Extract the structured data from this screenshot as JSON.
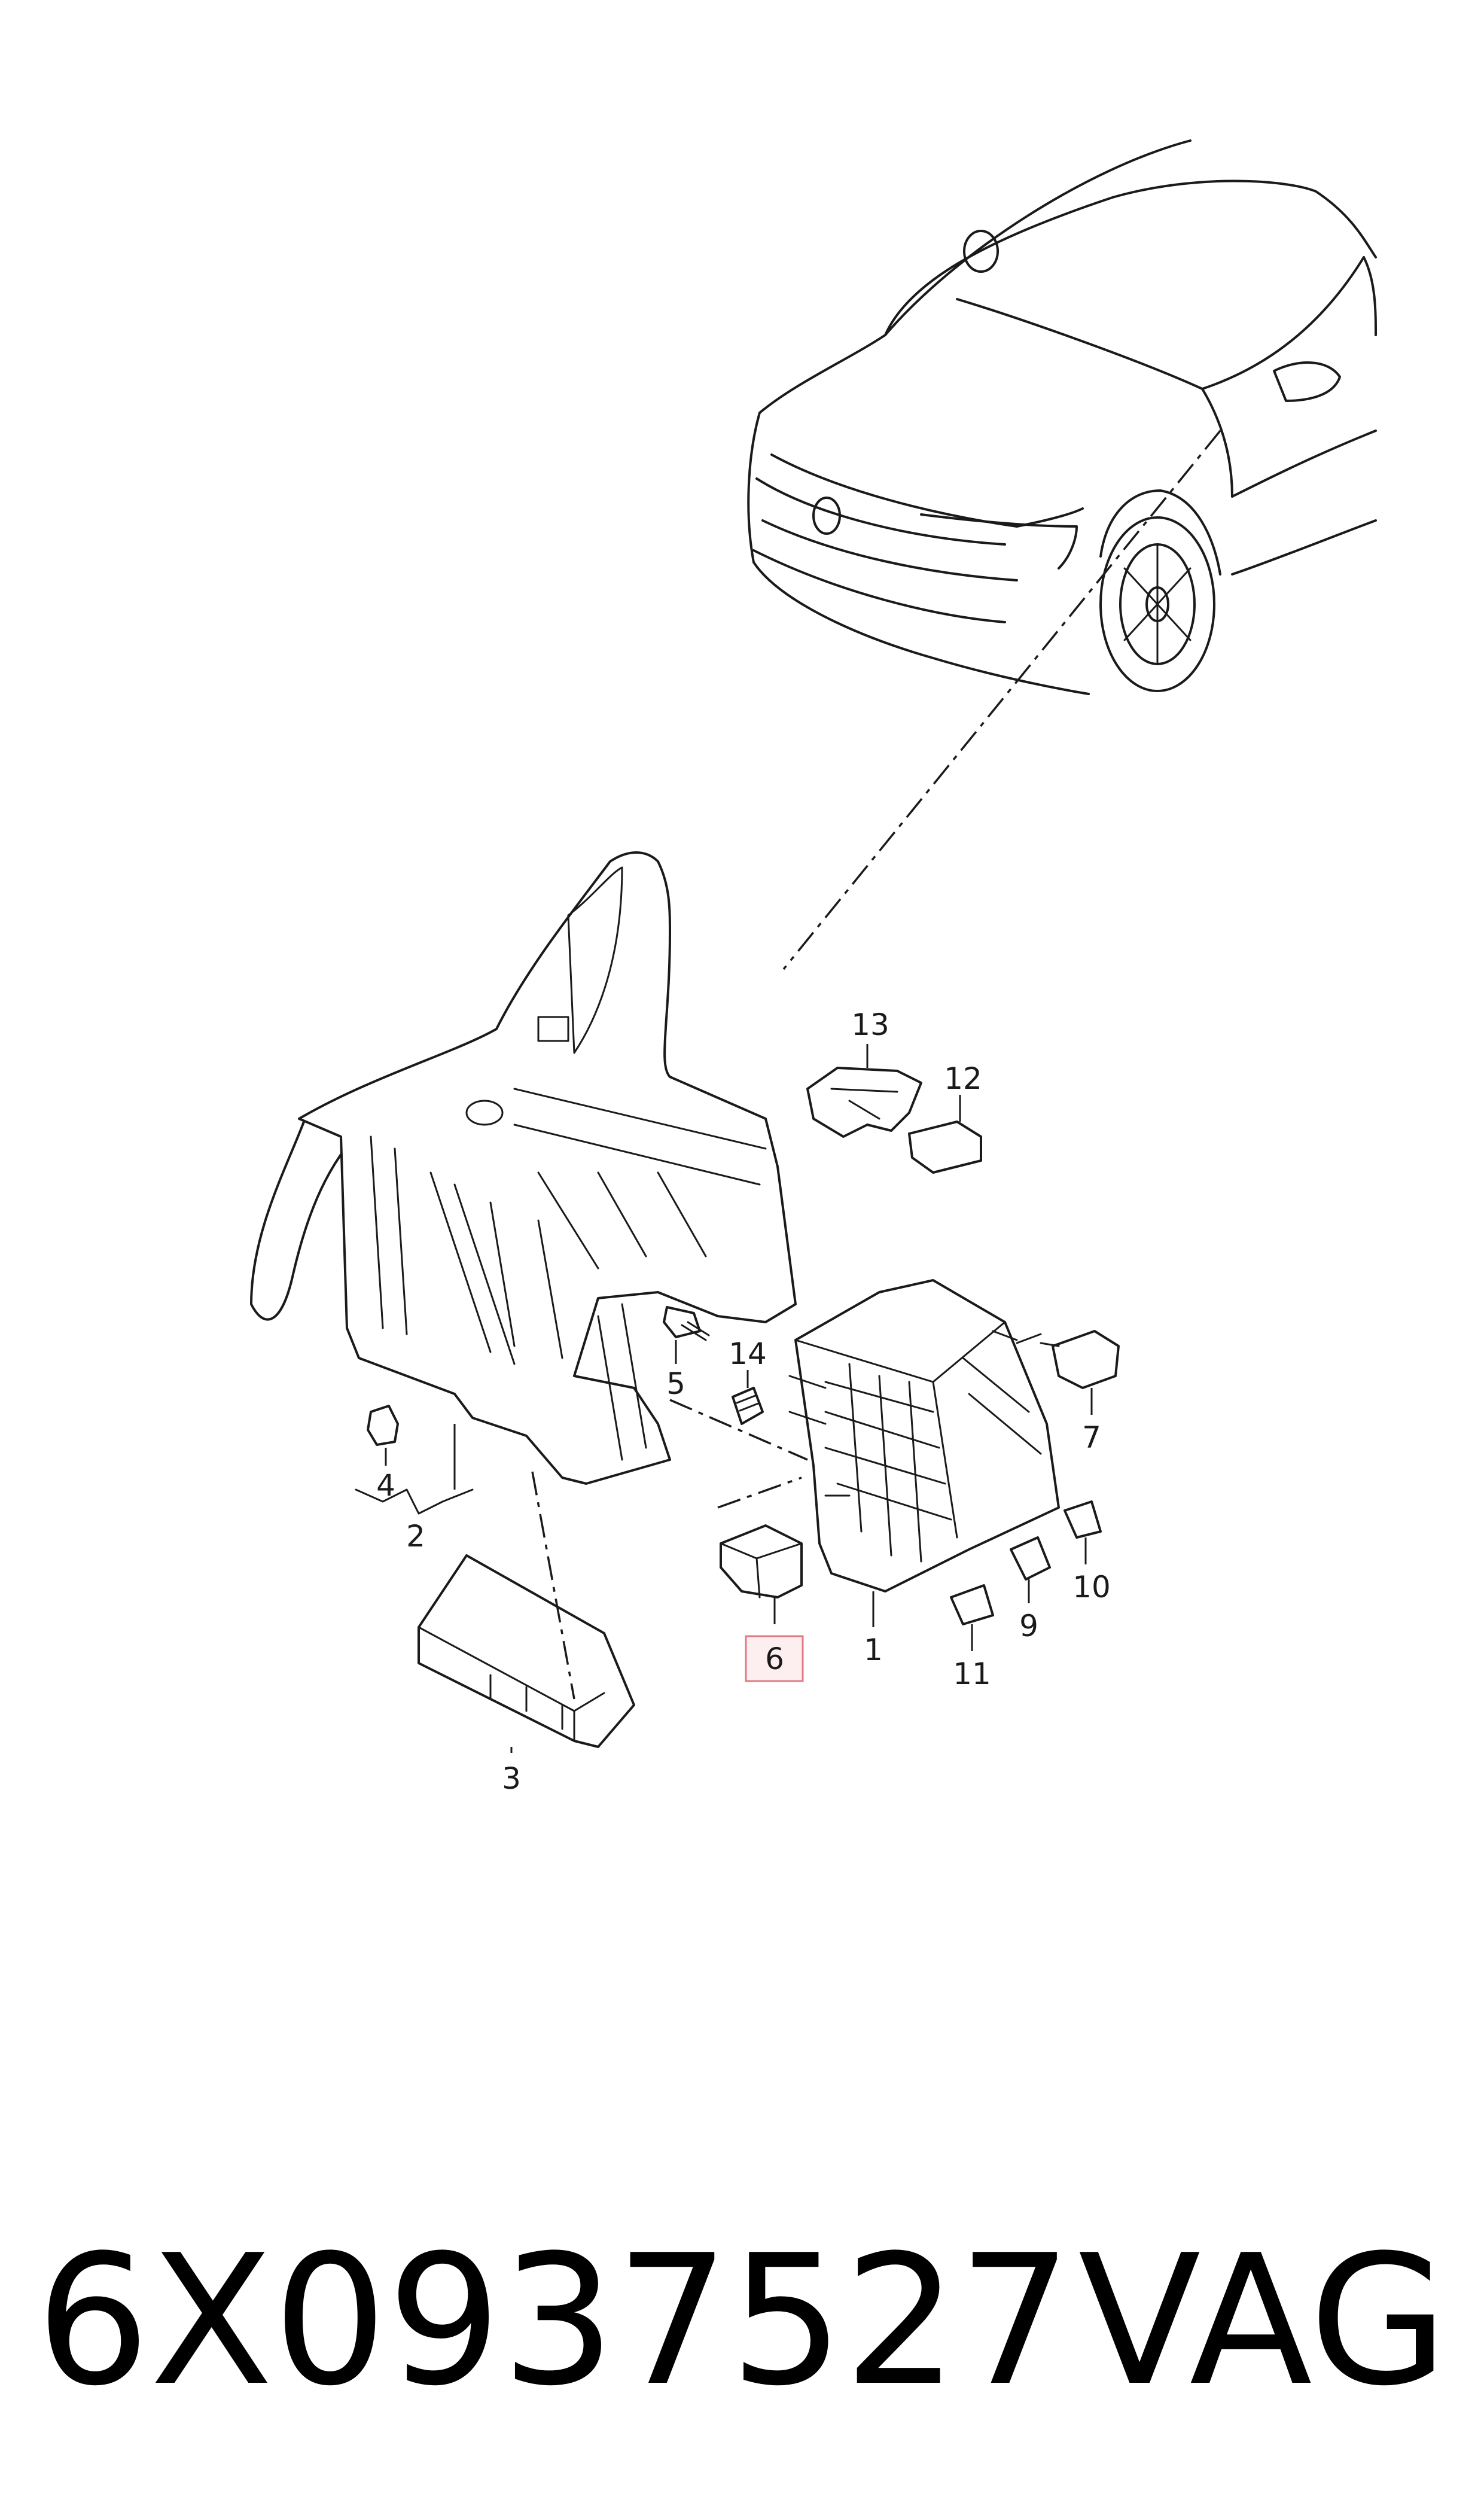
{
  "diagram": {
    "callouts": [
      {
        "id": "1",
        "label": "1"
      },
      {
        "id": "2",
        "label": "2"
      },
      {
        "id": "3",
        "label": "3"
      },
      {
        "id": "4",
        "label": "4"
      },
      {
        "id": "5",
        "label": "5"
      },
      {
        "id": "6",
        "label": "6",
        "highlighted": true
      },
      {
        "id": "7",
        "label": "7"
      },
      {
        "id": "9",
        "label": "9"
      },
      {
        "id": "10",
        "label": "10"
      },
      {
        "id": "11",
        "label": "11"
      },
      {
        "id": "12",
        "label": "12"
      },
      {
        "id": "13",
        "label": "13"
      },
      {
        "id": "14",
        "label": "14"
      }
    ],
    "highlight_color": "#e07a86"
  },
  "footer": {
    "part_number": "6X0937527",
    "brand": "VAG"
  }
}
